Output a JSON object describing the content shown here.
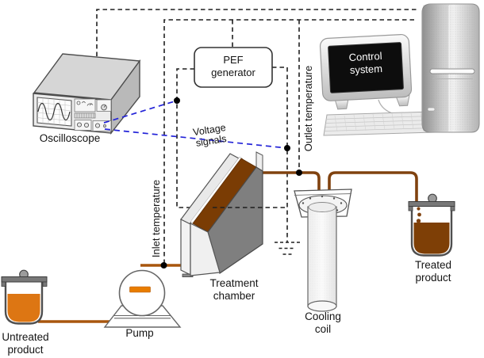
{
  "diagram": {
    "labels": {
      "oscilloscope": "Oscilloscope",
      "pef_generator": "PEF generator",
      "control_system": "Control system",
      "voltage_signals": "Voltage signals",
      "inlet_temperature": "Inlet temperature",
      "outlet_temperature": "Outlet temperature",
      "treatment_chamber": "Treatment chamber",
      "pump": "Pump",
      "untreated_product": "Untreated product",
      "cooling_coil": "Cooling coil",
      "treated_product": "Treated product"
    },
    "colors": {
      "signal_blue": "#2323d8",
      "dash_black": "#1f1f1f",
      "pipe_inlet": "#a8560d",
      "pipe_outlet": "#80420f",
      "product_untreated": "#dd7613",
      "product_treated": "#7e3f06",
      "chamber_liquid": "#7a3c04",
      "pump_accent": "#e87c00",
      "screen_black": "#0d0d0d"
    }
  }
}
